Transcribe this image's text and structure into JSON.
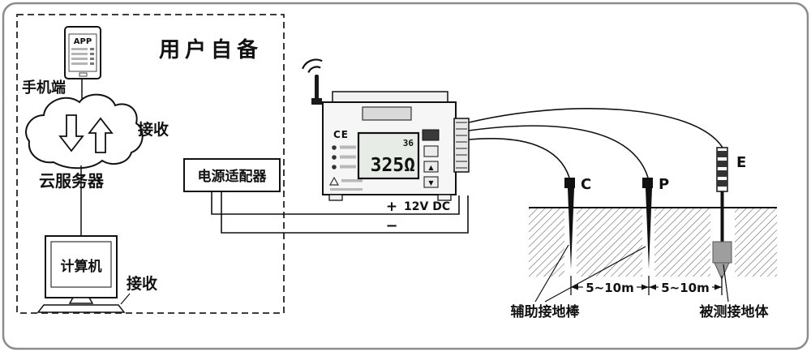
{
  "title": "用户自备",
  "phone": {
    "app": "APP",
    "label": "手机端"
  },
  "cloud": {
    "label": "云服务器",
    "receive": "接收"
  },
  "computer": {
    "label": "计算机",
    "receive": "接收"
  },
  "adapter": {
    "label": "电源适配器"
  },
  "power": {
    "plus": "+",
    "voltage": "12V DC",
    "minus": "−"
  },
  "device": {
    "ce": "CE",
    "lcd_small": "36",
    "lcd_main": "325Ω",
    "btn_up": "▲",
    "btn_down": "▼"
  },
  "electrodes": {
    "c": "C",
    "p": "P",
    "e": "E"
  },
  "distances": {
    "cp": "5~10m",
    "pe": "5~10m"
  },
  "captions": {
    "aux": "辅助接地棒",
    "measured": "被测接地体"
  },
  "colors": {
    "line": "#111111",
    "hatch": "#5a5a5a",
    "device_body": "#f6f6f6",
    "lcd": "#e8ece7"
  }
}
